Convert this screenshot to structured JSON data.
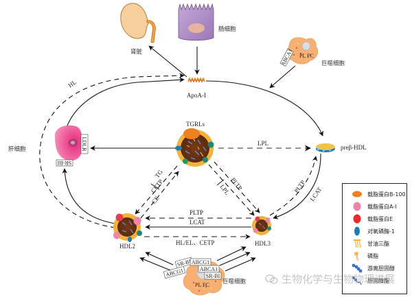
{
  "figure": {
    "nodes": {
      "kidney": "肾脏",
      "intestinal_cell": "肠细胞",
      "macrophage_top": "巨噬细胞",
      "macrophage_top_lipids": "PL FC",
      "macrophage_top_transporter": "ABCA1",
      "apoa1": "ApoA-I",
      "hepatocyte": "肝细胞",
      "ldlr": "LDLR",
      "srbi_liver": "SR-BI",
      "tgrls": "TGRLs",
      "prebeta_hdl": "preβ-HDL",
      "hdl2": "HDL2",
      "hdl3": "HDL3",
      "macrophage_bottom": "巨噬细胞",
      "macrophage_bottom_lipids": "PL FC",
      "macrophage_bottom_transporters": [
        "ABCG1",
        "SR-BI",
        "ABCG1",
        "ABCA1",
        "SR-BI"
      ]
    },
    "edges": {
      "hl": "HL",
      "lpl_top": "LPL",
      "tg": "TG",
      "cetp_left": "CETP",
      "ce": "CE",
      "pltp_right": "PLTP",
      "lpl_right": "LPL",
      "pltp_prebeta": "PLTP",
      "lcat_prebeta": "LCAT",
      "pltp_mid": "PLTP",
      "lcat_mid": "LCAT",
      "hl_el_cetp": "HL/EL、CETP"
    }
  },
  "legend": {
    "items": [
      {
        "label": "载脂蛋白B-100",
        "icon": "apob100-icon",
        "color": "#f07f1e"
      },
      {
        "label": "载脂蛋白A-I",
        "icon": "apoa1-icon",
        "color": "#ef86a8"
      },
      {
        "label": "载脂蛋白E",
        "icon": "apoe-icon",
        "color": "#ee2a2a"
      },
      {
        "label": "对氧磷酶-1",
        "icon": "pon1-icon",
        "color": "#1f7bb0"
      },
      {
        "label": "甘油三酯",
        "icon": "triglyceride-icon",
        "color": "#f3b23c"
      },
      {
        "label": "磷脂",
        "icon": "phospholipid-icon",
        "color": "#f5b860"
      },
      {
        "label": "游离胆固醇",
        "icon": "free-cholesterol-icon",
        "color": "#3d6fc4"
      },
      {
        "label": "胆固醇酯",
        "icon": "cholesteryl-ester-icon",
        "color": "#3d6fc4"
      }
    ]
  },
  "watermark": "生物化学与生物物理进展"
}
